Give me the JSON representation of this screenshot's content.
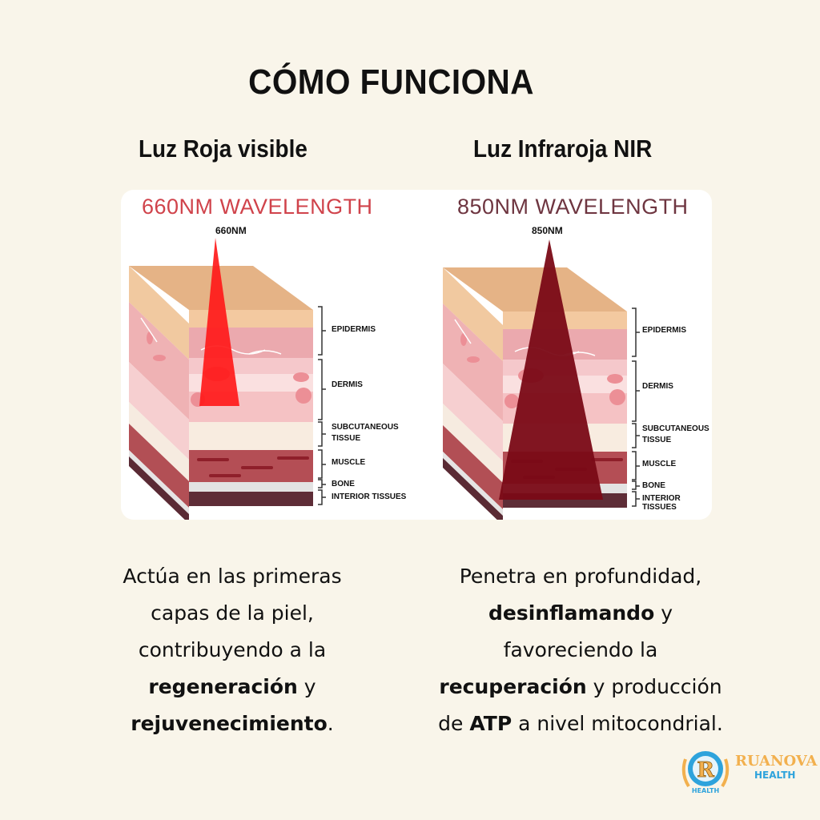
{
  "header": {
    "title": "CÓMO FUNCIONA"
  },
  "columns": [
    {
      "heading": "Luz Roja visible",
      "diagram": {
        "title": "660NM WAVELENGTH",
        "beam_label": "660NM",
        "beam_color": "#ff1a1a",
        "title_color": "#d0434b"
      },
      "description": {
        "line1": "Actúa en las primeras",
        "line2": "capas de la piel,",
        "line3": "contribuyendo a la",
        "line4_bold": "regeneración",
        "line4_rest": " y",
        "line5_bold": "rejuvenecimiento",
        "line5_rest": "."
      }
    },
    {
      "heading": "Luz Infraroja NIR",
      "diagram": {
        "title": "850NM WAVELENGTH",
        "beam_label": "850NM",
        "beam_color": "#7a0a16",
        "title_color": "#6e3540"
      },
      "description": {
        "line1": "Penetra en profundidad,",
        "line2_bold": "desinflamando",
        "line2_rest": " y",
        "line3": "favoreciendo la",
        "line4_bold": "recuperación",
        "line4_rest": " y producción",
        "line5_pre": "de ",
        "line5_bold": "ATP",
        "line5_rest": " a nivel mitocondrial."
      }
    }
  ],
  "layers": {
    "epidermis": "EPIDERMIS",
    "dermis": "DERMIS",
    "subcutaneous_1": "SUBCUTANEOUS",
    "subcutaneous_2": "TISSUE",
    "muscle": "MUSCLE",
    "bone": "BONE",
    "interior": "INTERIOR TISSUES"
  },
  "logo": {
    "name": "RUANOVA",
    "sub": "HEALTH",
    "badge_text": "HEALTH",
    "badge_letter": "R"
  },
  "colors": {
    "background": "#f9f5ea",
    "logo_gold": "#f2b04e",
    "logo_blue": "#2ea3dc"
  }
}
